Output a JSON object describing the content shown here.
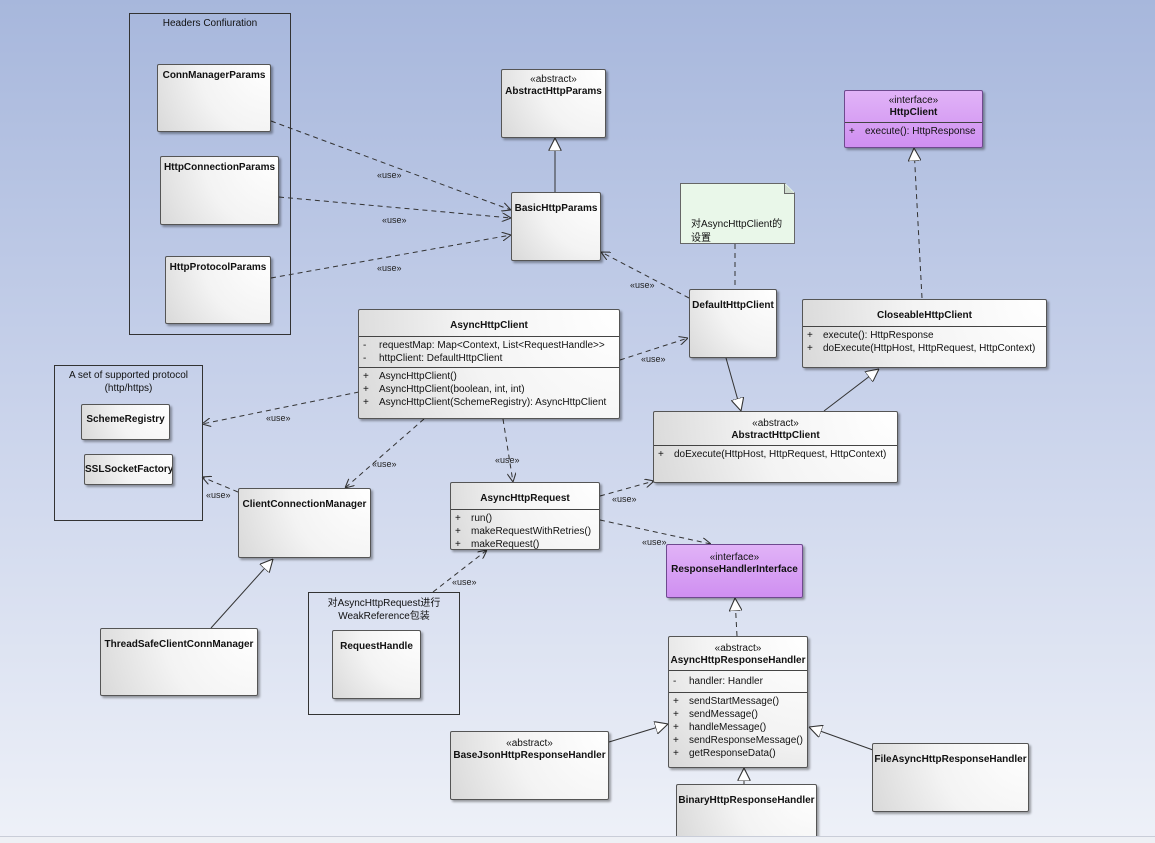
{
  "frames": {
    "headers": {
      "title": "Headers Confiuration"
    },
    "protocol": {
      "title": "A set of supported protocol\n(http/https)"
    },
    "weakref": {
      "title": "对AsyncHttpRequest进行\nWeakReference包装"
    }
  },
  "classes": {
    "conn_manager_params": {
      "name": "ConnManagerParams"
    },
    "http_connection_params": {
      "name": "HttpConnectionParams"
    },
    "http_protocol_params": {
      "name": "HttpProtocolParams"
    },
    "abstract_http_params": {
      "stereotype": "«abstract»",
      "name": "AbstractHttpParams"
    },
    "basic_http_params": {
      "name": "BasicHttpParams"
    },
    "http_client": {
      "stereotype": "«interface»",
      "name": "HttpClient",
      "operations": [
        {
          "vis": "+",
          "text": "execute(): HttpResponse"
        }
      ]
    },
    "default_http_client": {
      "name": "DefaultHttpClient"
    },
    "closeable_http_client": {
      "name": "CloseableHttpClient",
      "operations": [
        {
          "vis": "+",
          "text": "execute(): HttpResponse"
        },
        {
          "vis": "+",
          "text": "doExecute(HttpHost, HttpRequest, HttpContext)"
        }
      ]
    },
    "async_http_client": {
      "name": "AsyncHttpClient",
      "attributes": [
        {
          "vis": "-",
          "text": "requestMap: Map<Context, List<RequestHandle>>"
        },
        {
          "vis": "-",
          "text": "httpClient: DefaultHttpClient"
        }
      ],
      "operations": [
        {
          "vis": "+",
          "text": "AsyncHttpClient()"
        },
        {
          "vis": "+",
          "text": "AsyncHttpClient(boolean, int, int)"
        },
        {
          "vis": "+",
          "text": "AsyncHttpClient(SchemeRegistry): AsyncHttpClient"
        }
      ]
    },
    "abstract_http_client": {
      "stereotype": "«abstract»",
      "name": "AbstractHttpClient",
      "operations": [
        {
          "vis": "+",
          "text": "doExecute(HttpHost, HttpRequest, HttpContext)"
        }
      ]
    },
    "scheme_registry": {
      "name": "SchemeRegistry"
    },
    "ssl_socket_factory": {
      "name": "SSLSocketFactory"
    },
    "client_connection_manager": {
      "name": "ClientConnectionManager"
    },
    "async_http_request": {
      "name": "AsyncHttpRequest",
      "operations": [
        {
          "vis": "+",
          "text": "run()"
        },
        {
          "vis": "+",
          "text": "makeRequestWithRetries()"
        },
        {
          "vis": "+",
          "text": "makeRequest()"
        }
      ]
    },
    "response_handler_interface": {
      "stereotype": "«interface»",
      "name": "ResponseHandlerInterface"
    },
    "thread_safe_client_conn_manager": {
      "name": "ThreadSafeClientConnManager"
    },
    "request_handle": {
      "name": "RequestHandle"
    },
    "async_http_response_handler": {
      "stereotype": "«abstract»",
      "name": "AsyncHttpResponseHandler",
      "attributes": [
        {
          "vis": "-",
          "text": "handler: Handler"
        }
      ],
      "operations": [
        {
          "vis": "+",
          "text": "sendStartMessage()"
        },
        {
          "vis": "+",
          "text": "sendMessage()"
        },
        {
          "vis": "+",
          "text": "handleMessage()"
        },
        {
          "vis": "+",
          "text": "sendResponseMessage()"
        },
        {
          "vis": "+",
          "text": "getResponseData()"
        }
      ]
    },
    "base_json_http_response_handler": {
      "stereotype": "«abstract»",
      "name": "BaseJsonHttpResponseHandler"
    },
    "file_async_http_response_handler": {
      "name": "FileAsyncHttpResponseHandler"
    },
    "binary_http_response_handler": {
      "name": "BinaryHttpResponseHandler"
    }
  },
  "note": {
    "text": "对AsyncHttpClient的设置\n参数，大部分都是通过\nHttpClient来处理的。"
  },
  "relations": {
    "use_label": "«use»"
  },
  "colors": {
    "interface_fill": "#d9a1f5",
    "note_fill": "#e9f7e9",
    "class_fill": "#f2f2f2"
  }
}
